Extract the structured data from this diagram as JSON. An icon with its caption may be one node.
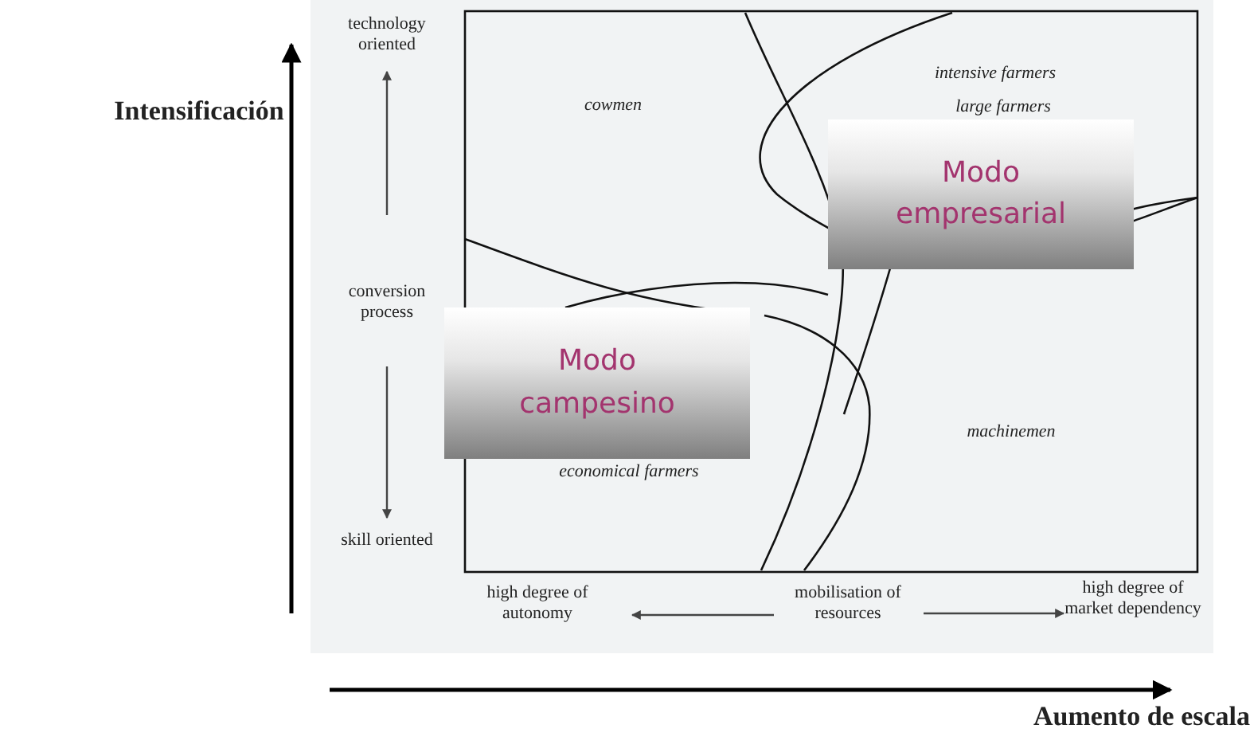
{
  "diagram": {
    "nodes": [
      {
        "text": [
          "Modo empresarial"
        ]
      },
      {
        "text": [
          "Modo campesino"
        ]
      }
    ],
    "labels": [
      "Intensificación",
      "technology oriented",
      "intensive farmers",
      "cowmen",
      "large farmers",
      "conversion process",
      "machinemen",
      "economical farmers",
      "skill oriented",
      "high degree of autonomy",
      "mobilisation of resources",
      "high degree of market dependency",
      "Aumento de escala"
    ]
  }
}
